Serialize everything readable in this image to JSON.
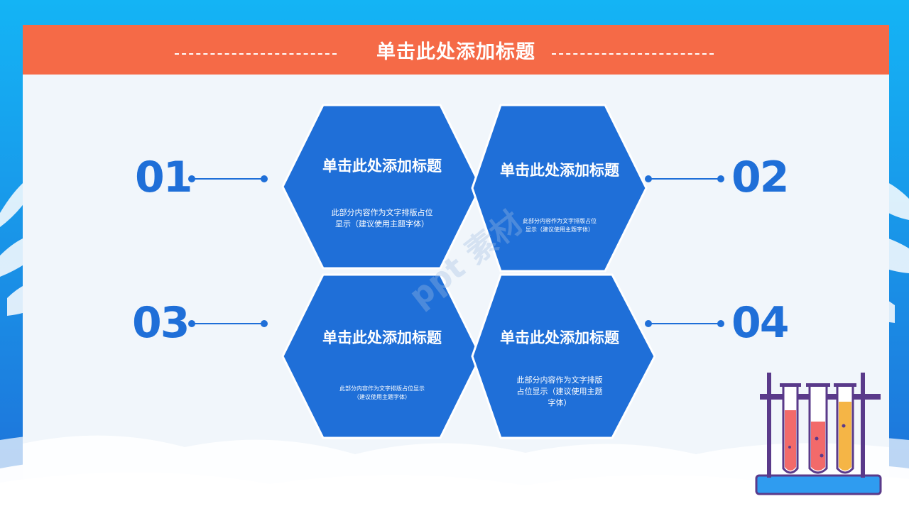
{
  "header": {
    "title": "单击此处添加标题"
  },
  "items": [
    {
      "number": "01",
      "title": "单击此处添加标题",
      "body": "此部分内容作为文字排版占位显示（建议使用主题字体）"
    },
    {
      "number": "02",
      "title": "单击此处添加标题",
      "body": "此部分内容作为文字排版占位显示（建议使用主题字体）"
    },
    {
      "number": "03",
      "title": "单击此处添加标题",
      "body": "此部分内容作为文字排版占位显示（建议使用主题字体）"
    },
    {
      "number": "04",
      "title": "单击此处添加标题",
      "body": "此部分内容作为文字排版占位显示（建议使用主题字体）"
    }
  ],
  "watermark": "ppt 素材",
  "colors": {
    "accent": "#f56a47",
    "primary": "#1f6fd8",
    "panel": "#f1f6fb"
  }
}
